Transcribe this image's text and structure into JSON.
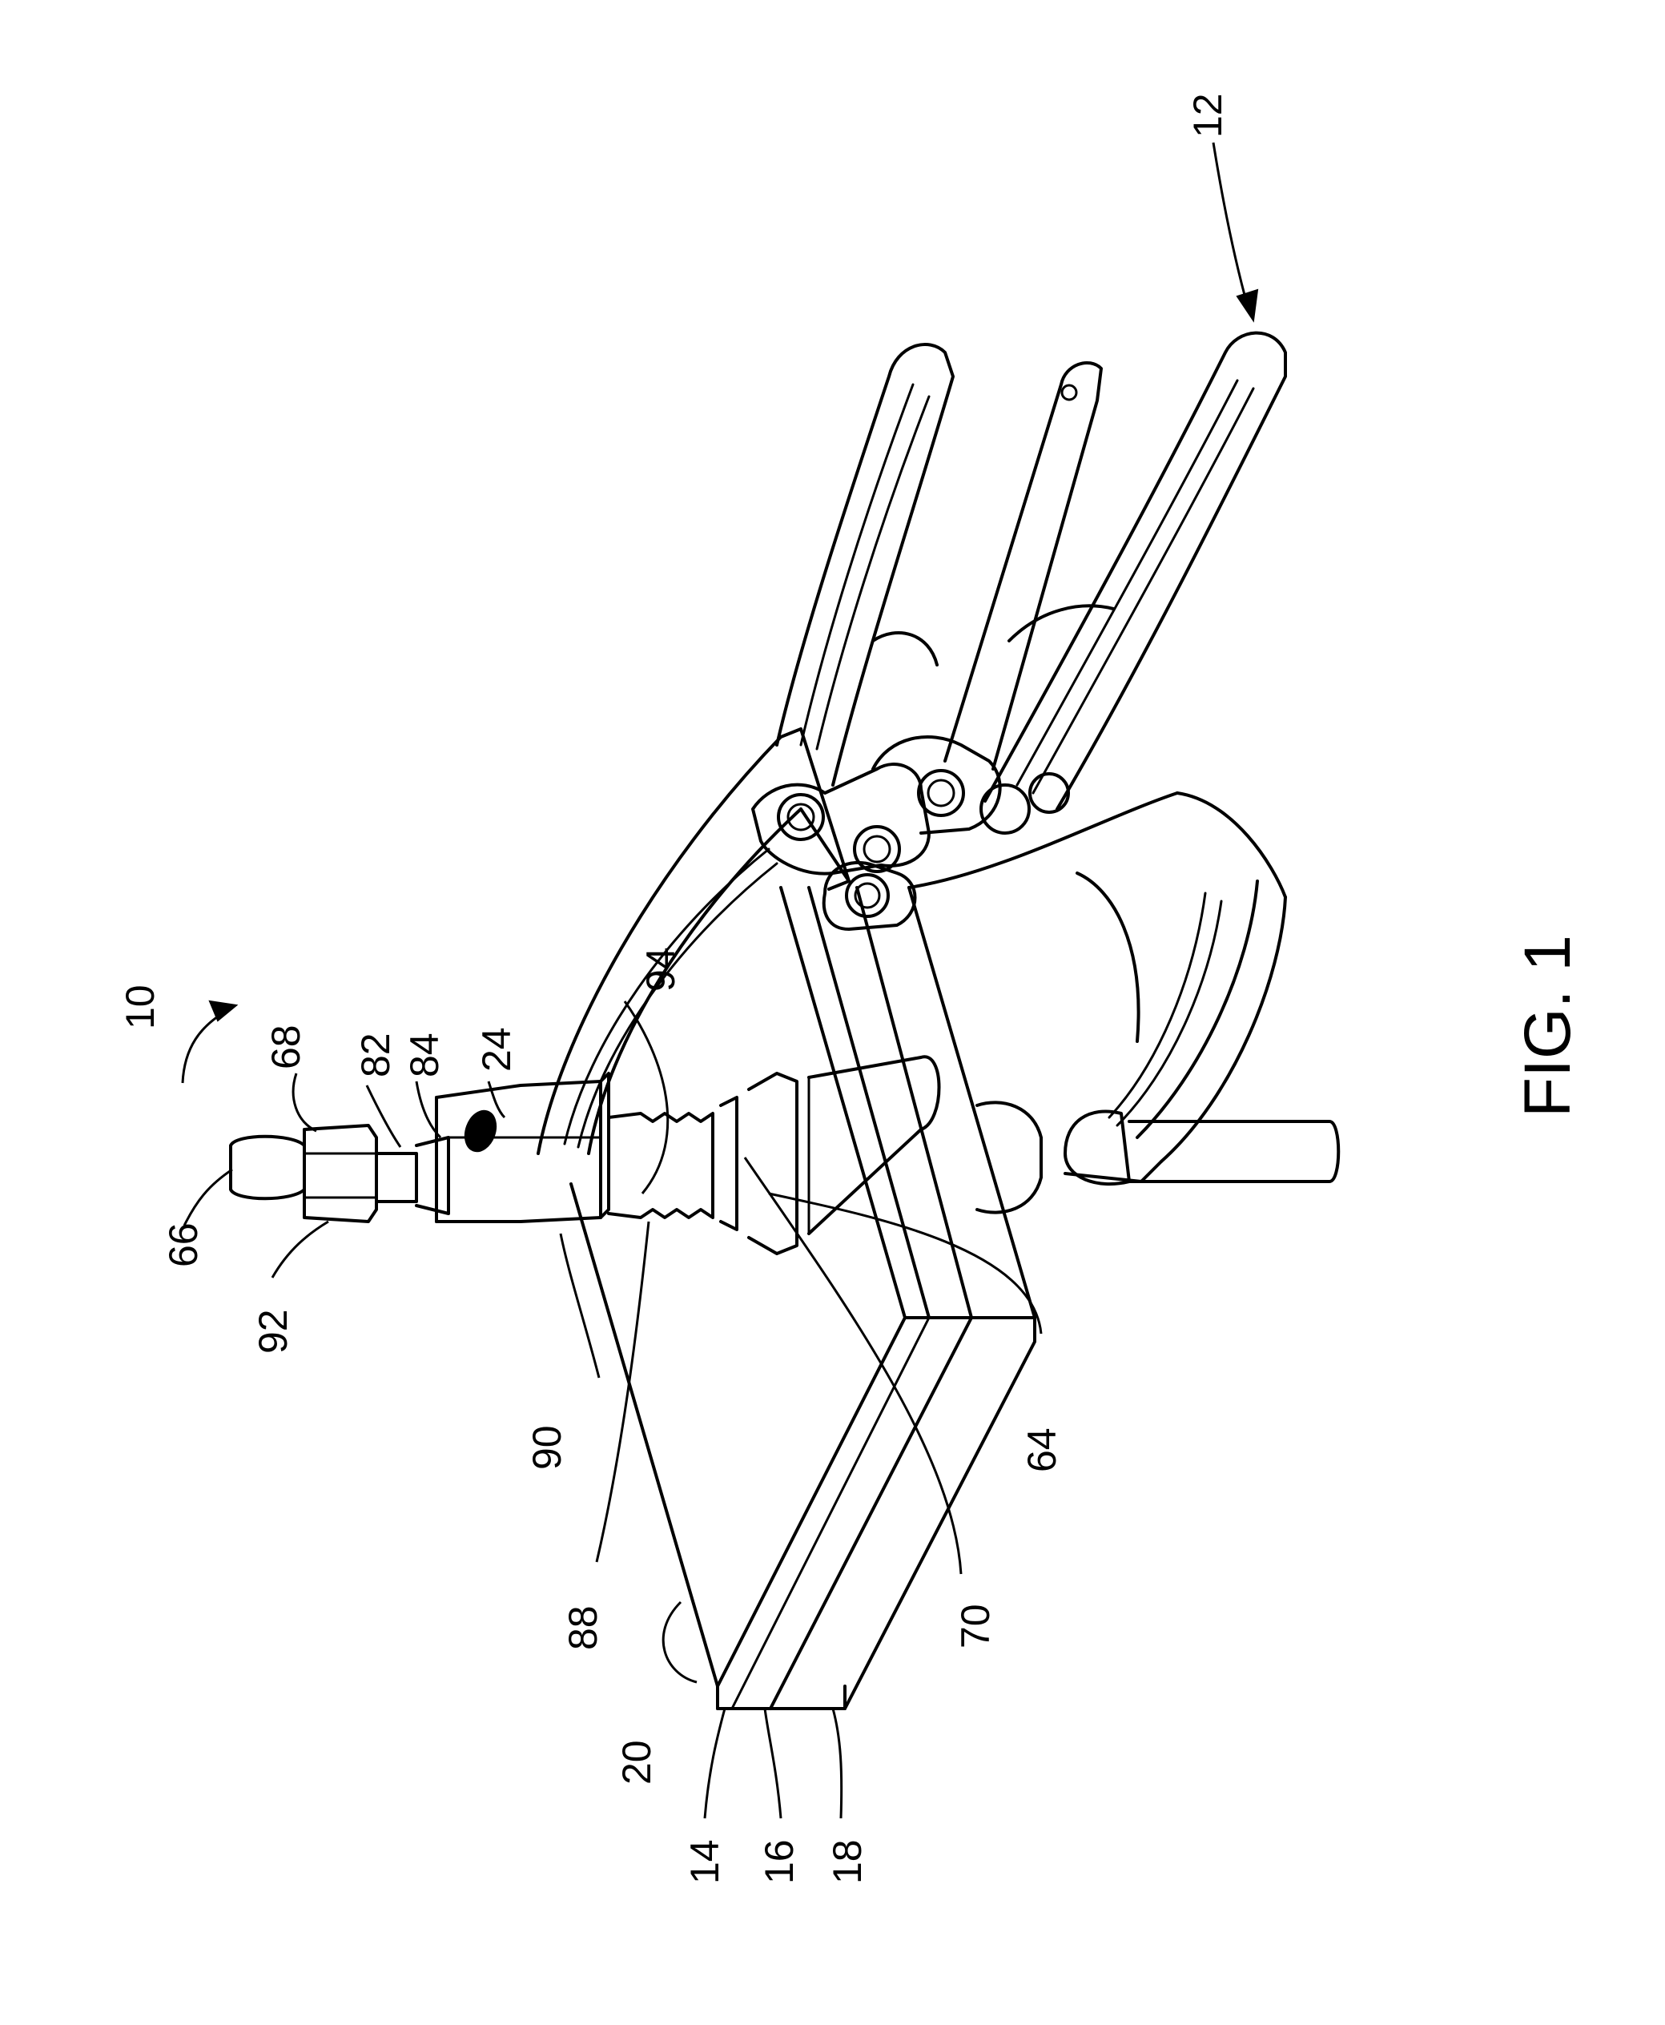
{
  "figure_label": "FIG. 1",
  "reference_numerals": [
    "10",
    "12",
    "14",
    "16",
    "18",
    "20",
    "24",
    "64",
    "66",
    "68",
    "70",
    "82",
    "84",
    "88",
    "90",
    "92",
    "94"
  ]
}
